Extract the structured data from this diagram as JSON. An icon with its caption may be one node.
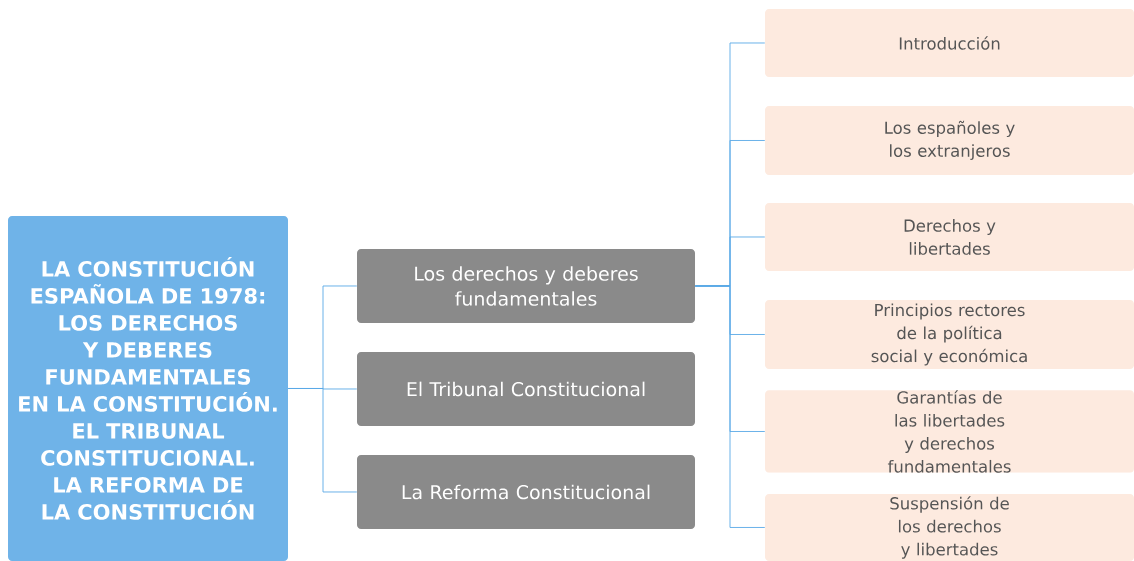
{
  "diagram": {
    "nodes": [
      {
        "text": [
          "LA CONSTITUCIÓN ESPAÑOLA DE 1978: LOS DERECHOS Y DEBERES FUNDAMENTALES EN LA CONSTITUCIÓN. EL TRIBUNAL CONSTITUCIONAL. LA REFORMA DE LA CONSTITUCIÓN"
        ]
      },
      {
        "text": [
          "Los derechos y deberes fundamentales"
        ]
      },
      {
        "text": [
          "El Tribunal Constitucional"
        ]
      },
      {
        "text": [
          "La Reforma Constitucional"
        ]
      },
      {
        "text": [
          "Introducción"
        ]
      },
      {
        "text": [
          "Los españoles y los extranjeros"
        ]
      },
      {
        "text": [
          "Derechos y libertades"
        ]
      },
      {
        "text": [
          "Principios rectores de la política social y económica"
        ]
      },
      {
        "text": [
          "Garantías de las libertades y derechos fundamentales"
        ]
      },
      {
        "text": [
          "Suspensión de los derechos y libertades"
        ]
      }
    ],
    "edges": [
      {
        "from": 0,
        "to": 1,
        "arrow": "none"
      },
      {
        "from": 0,
        "to": 2,
        "arrow": "none"
      },
      {
        "from": 0,
        "to": 3,
        "arrow": "none"
      },
      {
        "from": 1,
        "to": 4,
        "arrow": "none"
      },
      {
        "from": 1,
        "to": 5,
        "arrow": "none"
      },
      {
        "from": 1,
        "to": 6,
        "arrow": "none"
      },
      {
        "from": 1,
        "to": 7,
        "arrow": "none"
      },
      {
        "from": 1,
        "to": 8,
        "arrow": "none"
      },
      {
        "from": 1,
        "to": 9,
        "arrow": "none"
      }
    ]
  }
}
